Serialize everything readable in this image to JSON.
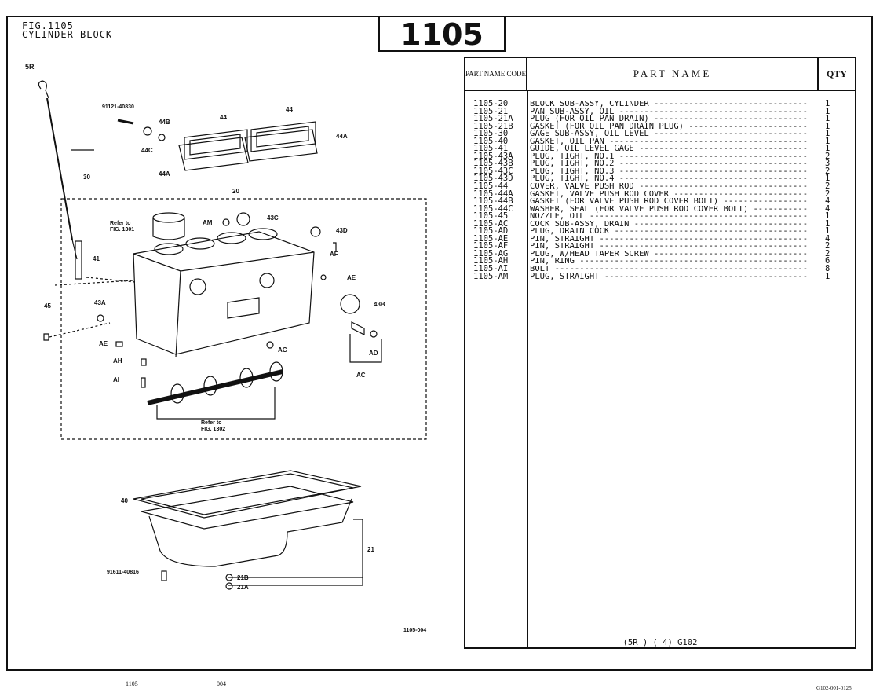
{
  "header": {
    "fig_number": "FIG.1105",
    "fig_title": "CYLINDER BLOCK",
    "big_number": "1105",
    "engine_code": "5R"
  },
  "diagram": {
    "labels": {
      "part_91121": "91121-40830",
      "l44b": "44B",
      "l44c": "44C",
      "l44_1": "44",
      "l44_2": "44",
      "l44a_1": "44A",
      "l44a_2": "44A",
      "l30": "30",
      "l20": "20",
      "refer_1301_a": "Refer to",
      "refer_1301_b": "FIG. 1301",
      "am": "AM",
      "l43c": "43C",
      "l43d": "43D",
      "af": "AF",
      "ae_1": "AE",
      "ae_2": "AE",
      "l41": "41",
      "l45": "45",
      "l43a": "43A",
      "l43b": "43B",
      "ag": "AG",
      "ad": "AD",
      "ac": "AC",
      "ah": "AH",
      "ai": "AI",
      "refer_1302_a": "Refer to",
      "refer_1302_b": "FIG. 1302",
      "l40": "40",
      "l21": "21",
      "part_91611": "91611-40816",
      "l21b": "21B",
      "l21a": "21A",
      "drawing_no": "1105-004"
    }
  },
  "table": {
    "head_code": "PART NAME CODE",
    "head_name": "PART NAME",
    "head_qty": "QTY",
    "rows": [
      {
        "code": "1105-20",
        "name": "BLOCK SUB-ASSY, CYLINDER",
        "qty": "1"
      },
      {
        "code": "1105-21",
        "name": "PAN SUB-ASSY, OIL",
        "qty": "1"
      },
      {
        "code": "1105-21A",
        "name": "PLUG (FOR OIL PAN DRAIN)",
        "qty": "1"
      },
      {
        "code": "1105-21B",
        "name": "GASKET (FOR OIL PAN DRAIN PLUG)",
        "qty": "1"
      },
      {
        "code": "1105-30",
        "name": "GAGE SUB-ASSY, OIL LEVEL",
        "qty": "1"
      },
      {
        "code": "1105-40",
        "name": "GASKET, OIL PAN",
        "qty": "1"
      },
      {
        "code": "1105-41",
        "name": "GUIDE, OIL LEVEL GAGE",
        "qty": "1"
      },
      {
        "code": "1105-43A",
        "name": "PLUG, TIGHT, NO.1",
        "qty": "2"
      },
      {
        "code": "1105-43B",
        "name": "PLUG, TIGHT, NO.2",
        "qty": "3"
      },
      {
        "code": "1105-43C",
        "name": "PLUG, TIGHT, NO.3",
        "qty": "2"
      },
      {
        "code": "1105-43D",
        "name": "PLUG, TIGHT, NO.4",
        "qty": "1"
      },
      {
        "code": "1105-44",
        "name": "COVER, VALVE PUSH ROD",
        "qty": "2"
      },
      {
        "code": "1105-44A",
        "name": "GASKET, VALVE PUSH ROD COVER",
        "qty": "2"
      },
      {
        "code": "1105-44B",
        "name": "GASKET (FOR VALVE PUSH ROD COVER BOLT)",
        "qty": "4"
      },
      {
        "code": "1105-44C",
        "name": "WASHER, SEAL (FOR VALVE PUSH ROD COVER BOLT)",
        "qty": "4"
      },
      {
        "code": "1105-45",
        "name": "NOZZLE, OIL",
        "qty": "1"
      },
      {
        "code": "1105-AC",
        "name": "COCK SUB-ASSY, DRAIN",
        "qty": "1"
      },
      {
        "code": "1105-AD",
        "name": "PLUG, DRAIN COCK",
        "qty": "1"
      },
      {
        "code": "1105-AE",
        "name": "PIN, STRAIGHT",
        "qty": "4"
      },
      {
        "code": "1105-AF",
        "name": "PIN, STRAIGHT",
        "qty": "2"
      },
      {
        "code": "1105-AG",
        "name": "PLUG, W/HEAD TAPER SCREW",
        "qty": "2"
      },
      {
        "code": "1105-AH",
        "name": "PIN, RING",
        "qty": "6"
      },
      {
        "code": "1105-AI",
        "name": "BOLT",
        "qty": "8"
      },
      {
        "code": "1105-AM",
        "name": "PLUG, STRAIGHT",
        "qty": "1"
      }
    ],
    "footer": "(5R     ) (   4)          G102"
  },
  "page_footer": {
    "left_1": "1105",
    "left_2": "004",
    "right": "G102-001-0125"
  }
}
